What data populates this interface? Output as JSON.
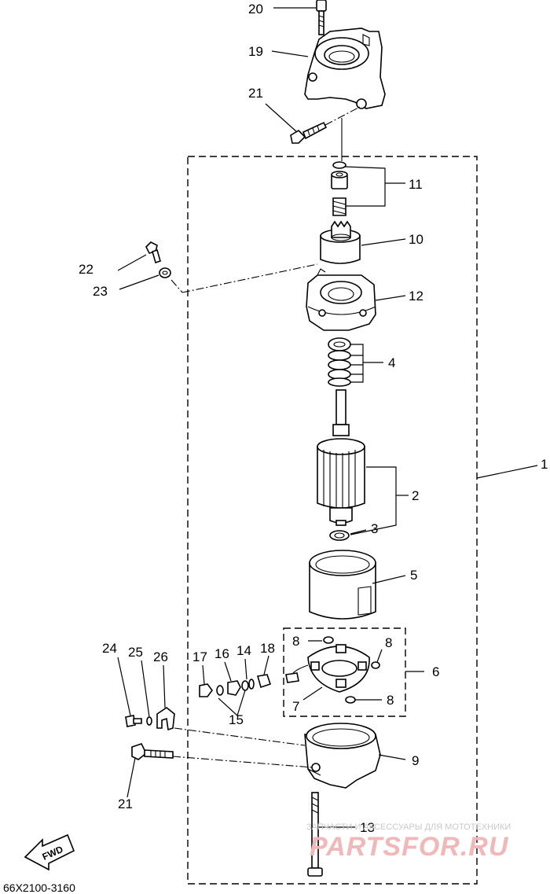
{
  "diagram": {
    "part_labels": {
      "p1": "1",
      "p2": "2",
      "p3": "3",
      "p4": "4",
      "p5": "5",
      "p6": "6",
      "p7": "7",
      "p8a": "8",
      "p8b": "8",
      "p8c": "8",
      "p9": "9",
      "p10": "10",
      "p11": "11",
      "p12": "12",
      "p13": "13",
      "p14": "14",
      "p15": "15",
      "p16": "16",
      "p17": "17",
      "p18": "18",
      "p19": "19",
      "p20": "20",
      "p21a": "21",
      "p21b": "21",
      "p22": "22",
      "p23": "23",
      "p24": "24",
      "p25": "25",
      "p26": "26"
    },
    "diagram_code": "66X2100-3160",
    "fwd_label": "FWD"
  },
  "watermark": {
    "tagline": "ЗАПЧАСТИ И АКСЕССУАРЫ ДЛЯ МОТОТЕХНИКИ",
    "brand": "PARTSFOR.RU"
  }
}
